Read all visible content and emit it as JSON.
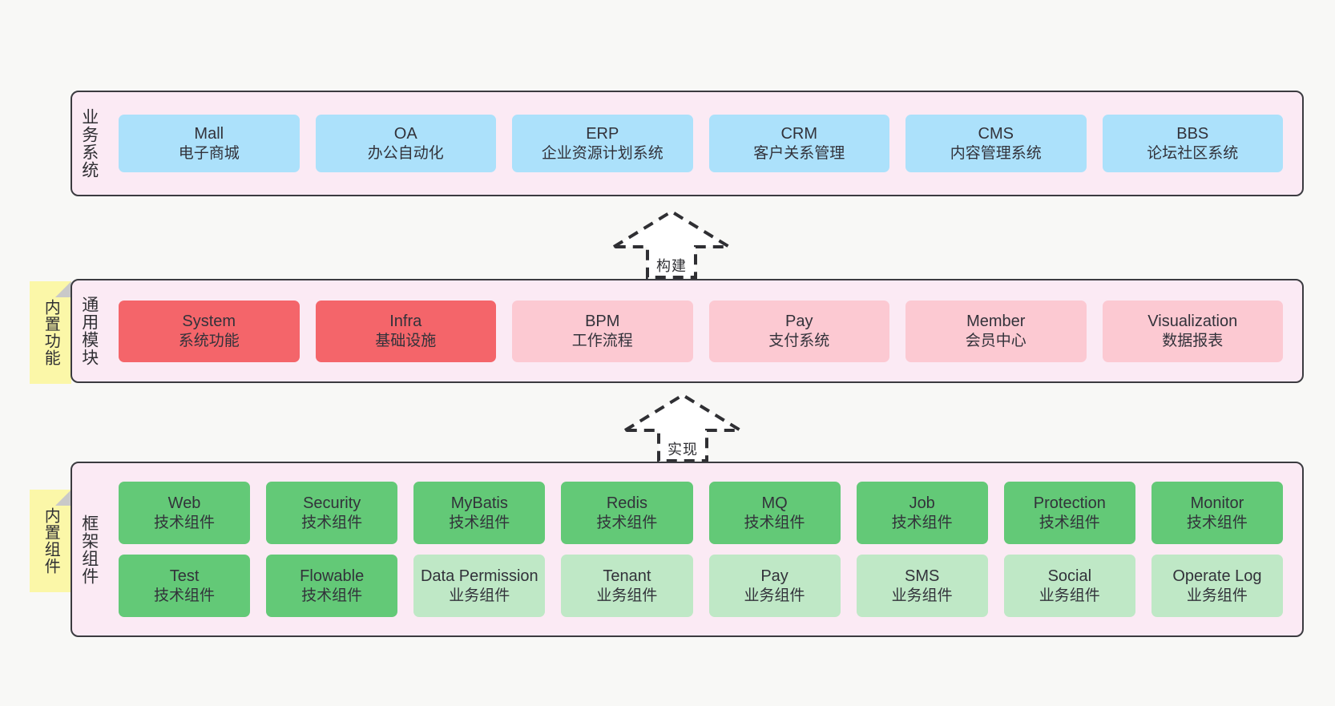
{
  "diagram": {
    "background_color": "#f8f8f6",
    "layer_fill": "#fbeaf4",
    "layer_border": "#3b3b40",
    "note_color": "#fbf7a8"
  },
  "layers": [
    {
      "id": "business",
      "title": "业务系统",
      "card_color": "#ace1fb",
      "cards": [
        {
          "name": "Mall",
          "desc": "电子商城",
          "color": "#ace1fb"
        },
        {
          "name": "OA",
          "desc": "办公自动化",
          "color": "#ace1fb"
        },
        {
          "name": "ERP",
          "desc": "企业资源计划系统",
          "color": "#ace1fb"
        },
        {
          "name": "CRM",
          "desc": "客户关系管理",
          "color": "#ace1fb"
        },
        {
          "name": "CMS",
          "desc": "内容管理系统",
          "color": "#ace1fb"
        },
        {
          "name": "BBS",
          "desc": "论坛社区系统",
          "color": "#ace1fb"
        }
      ]
    },
    {
      "id": "modules",
      "title": "通用模块",
      "note": "内置功能",
      "cards": [
        {
          "name": "System",
          "desc": "系统功能",
          "color": "#f4656a"
        },
        {
          "name": "Infra",
          "desc": "基础设施",
          "color": "#f4656a"
        },
        {
          "name": "BPM",
          "desc": "工作流程",
          "color": "#fcc9d2"
        },
        {
          "name": "Pay",
          "desc": "支付系统",
          "color": "#fcc9d2"
        },
        {
          "name": "Member",
          "desc": "会员中心",
          "color": "#fcc9d2"
        },
        {
          "name": "Visualization",
          "desc": "数据报表",
          "color": "#fcc9d2"
        }
      ]
    },
    {
      "id": "framework",
      "title": "框架组件",
      "note": "内置组件",
      "rows": [
        [
          {
            "name": "Web",
            "desc": "技术组件",
            "color": "#63c977"
          },
          {
            "name": "Security",
            "desc": "技术组件",
            "color": "#63c977"
          },
          {
            "name": "MyBatis",
            "desc": "技术组件",
            "color": "#63c977"
          },
          {
            "name": "Redis",
            "desc": "技术组件",
            "color": "#63c977"
          },
          {
            "name": "MQ",
            "desc": "技术组件",
            "color": "#63c977"
          },
          {
            "name": "Job",
            "desc": "技术组件",
            "color": "#63c977"
          },
          {
            "name": "Protection",
            "desc": "技术组件",
            "color": "#63c977"
          },
          {
            "name": "Monitor",
            "desc": "技术组件",
            "color": "#63c977"
          }
        ],
        [
          {
            "name": "Test",
            "desc": "技术组件",
            "color": "#63c977"
          },
          {
            "name": "Flowable",
            "desc": "技术组件",
            "color": "#63c977"
          },
          {
            "name": "Data Permission",
            "desc": "业务组件",
            "color": "#bfe8c6"
          },
          {
            "name": "Tenant",
            "desc": "业务组件",
            "color": "#bfe8c6"
          },
          {
            "name": "Pay",
            "desc": "业务组件",
            "color": "#bfe8c6"
          },
          {
            "name": "SMS",
            "desc": "业务组件",
            "color": "#bfe8c6"
          },
          {
            "name": "Social",
            "desc": "业务组件",
            "color": "#bfe8c6"
          },
          {
            "name": "Operate Log",
            "desc": "业务组件",
            "color": "#bfe8c6"
          }
        ]
      ]
    }
  ],
  "arrows": [
    {
      "id": "build",
      "label": "构建",
      "direction": "up",
      "style": "dashed-hollow"
    },
    {
      "id": "impl",
      "label": "实现",
      "direction": "up",
      "style": "dashed-hollow"
    }
  ]
}
